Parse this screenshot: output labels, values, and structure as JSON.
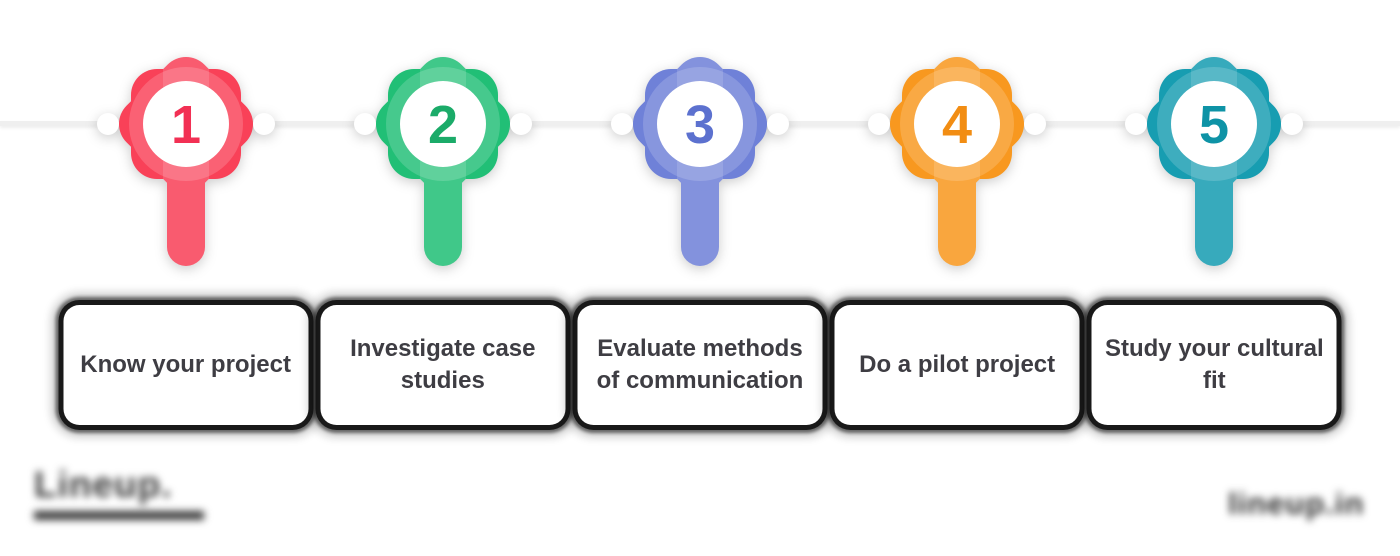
{
  "diagram": {
    "type": "process-timeline",
    "step_count": 5,
    "line_color": "#efefef",
    "card_bg": "#ffffff",
    "card_text_color": "#3e3d43"
  },
  "steps": [
    {
      "number": "1",
      "label": "Know your project",
      "color": "#F94158",
      "number_color": "#F23054"
    },
    {
      "number": "2",
      "label": "Investigate  case studies",
      "color": "#21BF76",
      "number_color": "#1BAB69"
    },
    {
      "number": "3",
      "label": "Evaluate methods of communication",
      "color": "#6F81D8",
      "number_color": "#5C71CF"
    },
    {
      "number": "4",
      "label": "Do a pilot project",
      "color": "#F8981F",
      "number_color": "#F28D13"
    },
    {
      "number": "5",
      "label": "Study your cultural fit",
      "color": "#179DB1",
      "number_color": "#0E93A6"
    }
  ],
  "watermarks": {
    "left": "Lineup.",
    "right": "lineup.in"
  }
}
